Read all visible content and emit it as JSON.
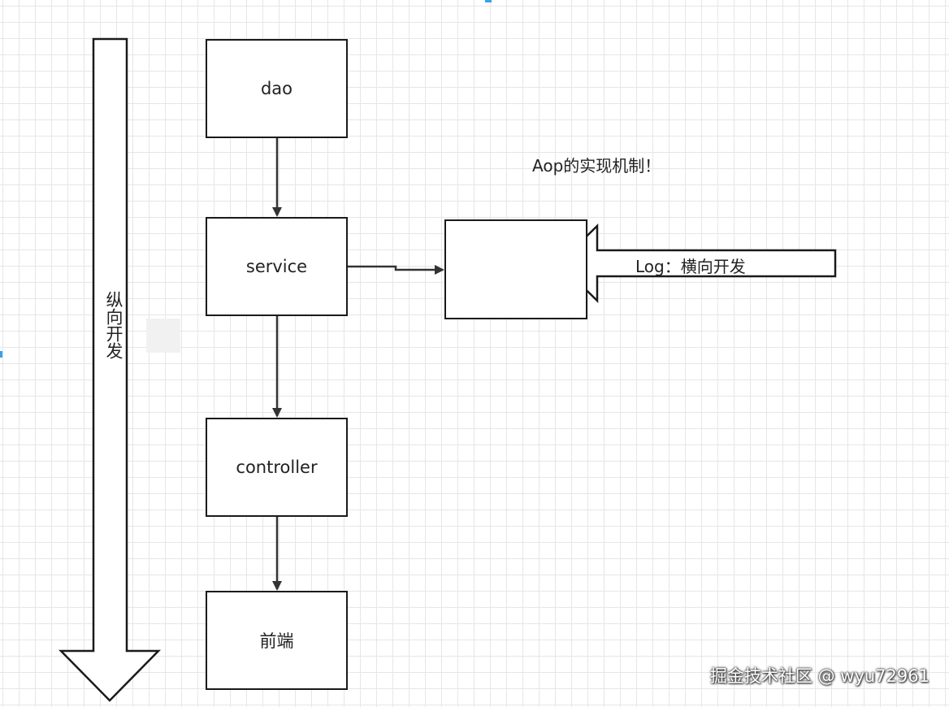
{
  "diagram": {
    "vertical_label": "纵向开发",
    "aop_title": "Aop的实现机制！",
    "log_label": "Log：横向开发",
    "nodes": {
      "dao": "dao",
      "service": "service",
      "controller": "controller",
      "frontend": "前端",
      "aop_box": ""
    },
    "edges": [
      {
        "from": "dao",
        "to": "service"
      },
      {
        "from": "service",
        "to": "controller"
      },
      {
        "from": "controller",
        "to": "frontend"
      },
      {
        "from": "service",
        "to": "aop_box"
      }
    ]
  },
  "watermark": "掘金技术社区 @ wyu72961",
  "colors": {
    "stroke": "#1a1a1a",
    "grid": "#e6e6e6",
    "background": "#ffffff"
  }
}
